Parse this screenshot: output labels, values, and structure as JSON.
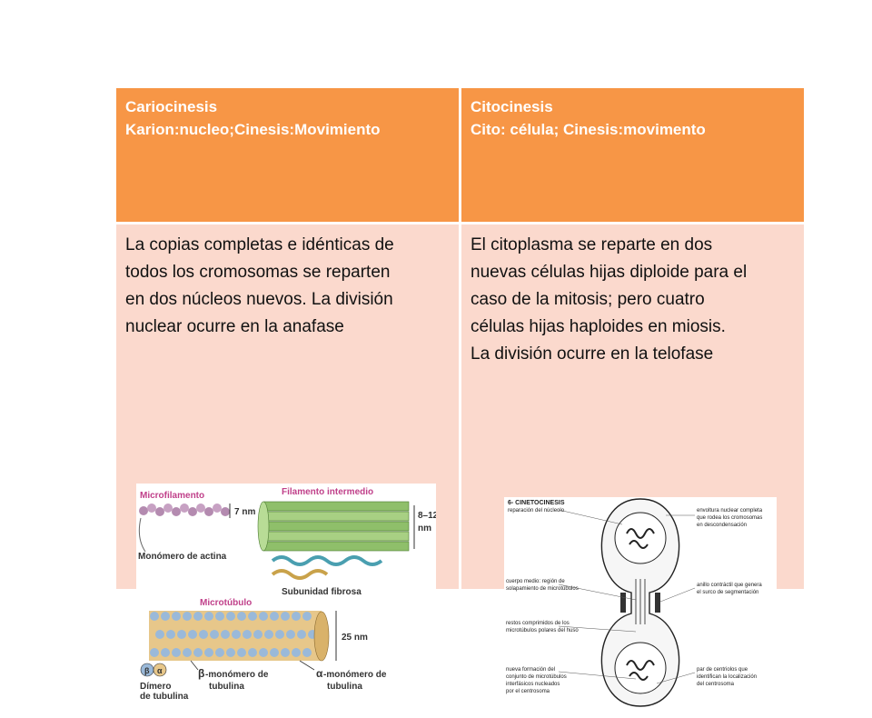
{
  "table": {
    "header_left": {
      "line1": "Cariocinesis",
      "line2": "Karion:nucleo;Cinesis:Movimiento"
    },
    "header_right": {
      "line1": "Citocinesis",
      "line2": "Cito: célula; Cinesis:movimento"
    },
    "body_left": [
      "La copias completas e idénticas de",
      "todos los cromosomas  se reparten",
      "en dos núcleos nuevos. La división",
      "nuclear ocurre en la anafase"
    ],
    "body_right": [
      "El citoplasma se reparte en dos",
      "nuevas células hijas diploide para el",
      "caso de la mitosis; pero cuatro",
      "células hijas haploides en miosis.",
      "La división ocurre en la telofase"
    ]
  },
  "figure_cytoskeleton": {
    "microfilamento": "Microfilamento",
    "monomero_actina": "Monómero de actina",
    "size_7nm": "7 nm",
    "filamento_intermedio": "Filamento intermedio",
    "size_812": "8–12",
    "size_812_unit": "nm",
    "subunidad_fibrosa": "Subunidad fibrosa",
    "microtubulo": "Microtúbulo",
    "size_25nm": "25 nm",
    "beta_symbol": "β",
    "alpha_symbol": "α",
    "beta_monomero": "-monómero de",
    "beta_tubulina": "tubulina",
    "alpha_monomero": "-monómero de",
    "alpha_tubulina": "tubulina",
    "dimero": "Dímero",
    "dimero_tubulina": "de tubulina"
  },
  "figure_cytokinesis": {
    "title": "6- CINETOCINESIS",
    "reparacion": "reparación del núcleolo",
    "envoltura1": "envoltura nuclear completa",
    "envoltura2": "que rodea los cromosomas",
    "envoltura3": "en descondensación",
    "cuerpo1": "cuerpo medio: región de",
    "cuerpo2": "solapamiento de microtúbulos",
    "anillo1": "anillo contráctil que genera",
    "anillo2": "el surco de segmentación",
    "restos1": "restos comprimidos de los",
    "restos2": "microtúbulos polares del huso",
    "nueva1": "nueva formación del",
    "nueva2": "conjunto de microtúbulos",
    "nueva3": "interfásicos nucleados",
    "nueva4": "por el centrosoma",
    "par1": "par de centriolos que",
    "par2": "identifican la localización",
    "par3": "del centrosoma"
  },
  "colors": {
    "header": "#f79646",
    "body": "#fbd9cd",
    "text_header": "#ffffff"
  }
}
